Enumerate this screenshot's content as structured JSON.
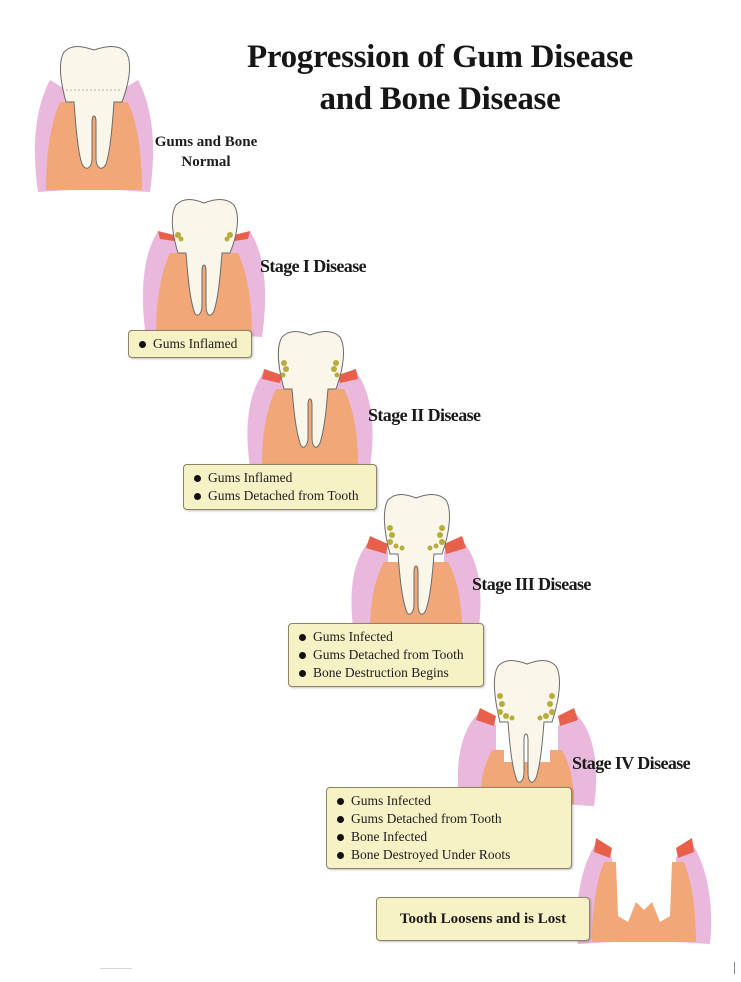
{
  "title": {
    "line1": "Progression of Gum Disease",
    "line2": "and Bone Disease"
  },
  "stages": [
    {
      "label_line1": "Gums and Bone",
      "label_line2": "Normal",
      "bullets": []
    },
    {
      "label": "Stage I Disease",
      "bullets": [
        "Gums Inflamed"
      ]
    },
    {
      "label": "Stage II Disease",
      "bullets": [
        "Gums Inflamed",
        "Gums Detached from Tooth"
      ]
    },
    {
      "label": "Stage III Disease",
      "bullets": [
        "Gums Infected",
        "Gums Detached from Tooth",
        "Bone  Destruction Begins"
      ]
    },
    {
      "label": "Stage IV Disease",
      "bullets": [
        "Gums Infected",
        "Gums Detached from Tooth",
        "Bone Infected",
        "Bone Destroyed Under Roots"
      ]
    }
  ],
  "final": {
    "label": "Tooth Loosens and is Lost"
  },
  "colors": {
    "gum": "#eab8dc",
    "bone": "#f2a779",
    "inflamed": "#e8604a",
    "tartar": "#b7ad3c",
    "tooth": "#fbf6ea",
    "box_fill": "#f7f1c6"
  }
}
